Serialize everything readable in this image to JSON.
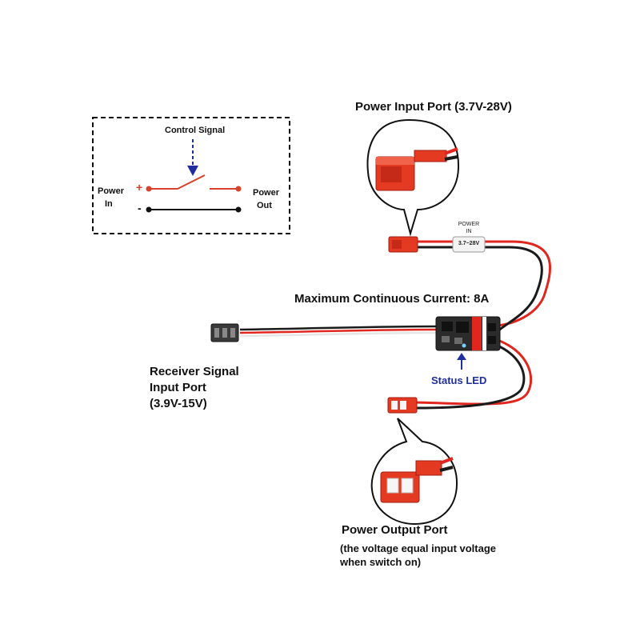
{
  "schematic": {
    "control_signal": "Control Signal",
    "power_in_line1": "Power",
    "power_in_line2": "In",
    "power_out_line1": "Power",
    "power_out_line2": "Out",
    "plus_sign": "+",
    "minus_sign": "-"
  },
  "labels": {
    "power_input_port": "Power Input Port (3.7V-28V)",
    "max_current": "Maximum Continuous Current: 8A",
    "receiver_line1": "Receiver Signal",
    "receiver_line2": "Input Port",
    "receiver_line3": "(3.9V-15V)",
    "status_led": "Status LED",
    "power_output_port": "Power Output Port",
    "output_note_line1": "(the voltage equal input voltage",
    "output_note_line2": "when switch on)"
  },
  "heatshrink_tag": {
    "line1": "POWER",
    "line2": "IN",
    "line3": "3.7~28V"
  },
  "colors": {
    "wire_red": "#e0261f",
    "wire_black": "#1a1a1a",
    "connector_red": "#e53a22",
    "schematic_red": "#d9412b",
    "arrow_blue": "#1f2f9e"
  }
}
